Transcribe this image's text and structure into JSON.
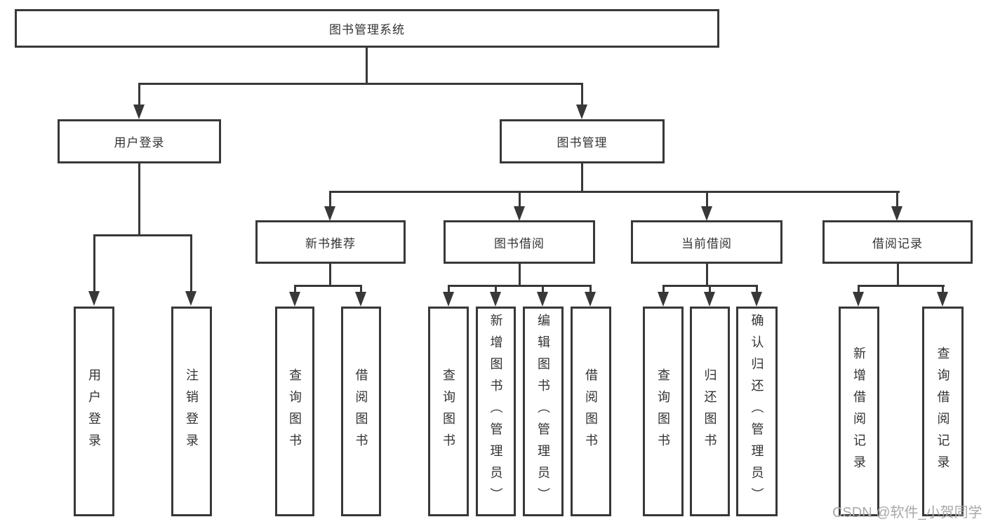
{
  "diagram": {
    "root": "图书管理系统",
    "level2": {
      "user_login": "用户登录",
      "book_mgmt": "图书管理"
    },
    "level3": {
      "new_books": "新书推荐",
      "borrow": "图书借阅",
      "current": "当前借阅",
      "records": "借阅记录"
    },
    "leaves": {
      "user_login": [
        "用户登录",
        "注销登录"
      ],
      "new_books": [
        "查询图书",
        "借阅图书"
      ],
      "borrow": [
        "查询图书",
        "新增图书（管理员）",
        "编辑图书（管理员）",
        "借阅图书"
      ],
      "current": [
        "查询图书",
        "归还图书",
        "确认归还（管理员）"
      ],
      "records": [
        "新增借阅记录",
        "查询借阅记录"
      ]
    }
  },
  "watermark": "CSDN @软件_小贺同学",
  "colors": {
    "line": "#383838",
    "text": "#333333",
    "watermark": "#a8a8a8",
    "background": "#ffffff"
  }
}
